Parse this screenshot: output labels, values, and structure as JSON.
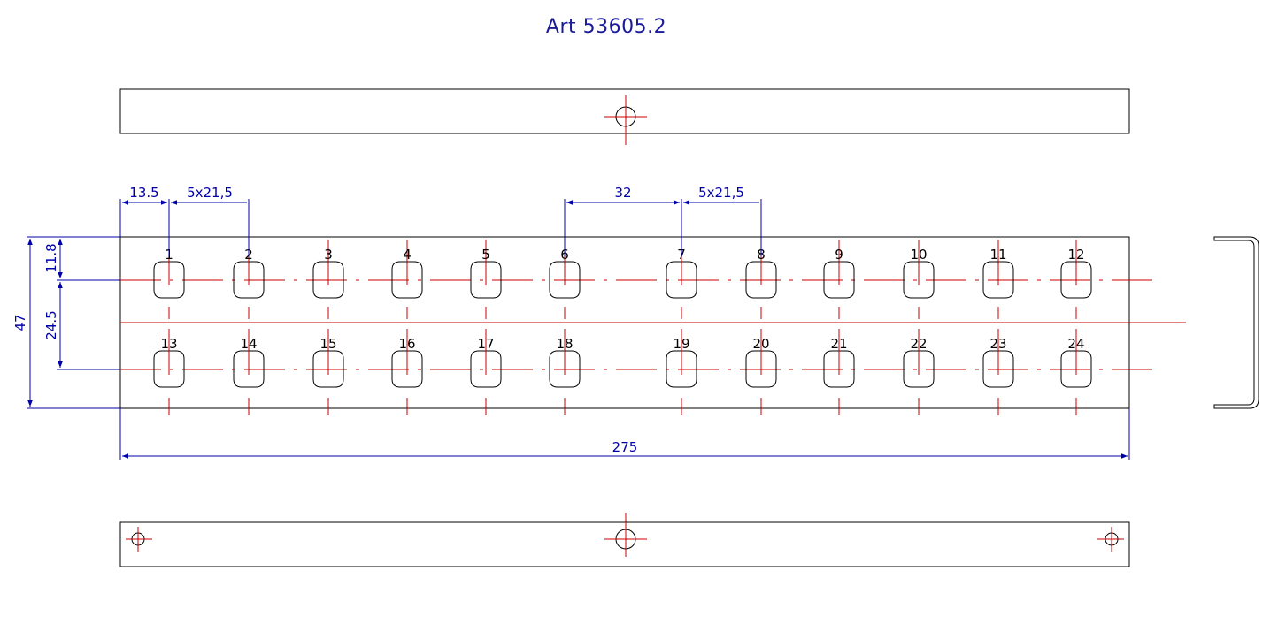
{
  "title": "Art  53605.2",
  "holes_top": [
    "1",
    "2",
    "3",
    "4",
    "5",
    "6",
    "7",
    "8",
    "9",
    "10",
    "11",
    "12"
  ],
  "holes_bottom": [
    "13",
    "14",
    "15",
    "16",
    "17",
    "18",
    "19",
    "20",
    "21",
    "22",
    "23",
    "24"
  ],
  "dimensions": {
    "edge_offset": "13.5",
    "pitch_left": "5x21,5",
    "gap_middle": "32",
    "pitch_right": "5x21,5",
    "total_width": "275",
    "total_height": "47",
    "top_offset": "11.8",
    "row_spacing": "24.5"
  },
  "colors": {
    "outline": "#000000",
    "centerline": "#cc0000",
    "dimension": "#0000aa",
    "title": "#1a1a9a"
  }
}
